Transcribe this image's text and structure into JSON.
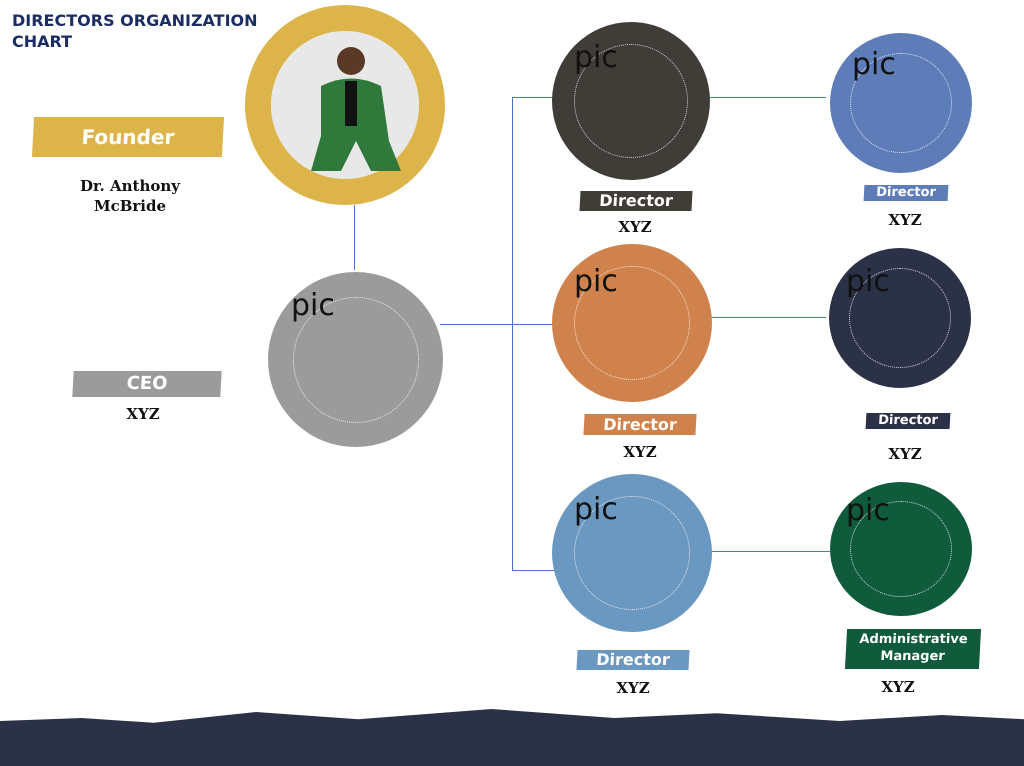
{
  "title": {
    "line1": "DIRECTORS ORGANIZATION",
    "line2": "CHART"
  },
  "founder": {
    "label": "Founder",
    "name_line1": "Dr. Anthony",
    "name_line2": "McBride",
    "color": "#dcb44a"
  },
  "ceo": {
    "label": "CEO",
    "name": "XYZ",
    "placeholder": "pic",
    "color": "#9b9b9b"
  },
  "nodes": [
    {
      "label": "Director",
      "name": "XYZ",
      "placeholder": "pic",
      "color": "#403c38"
    },
    {
      "label": "Director",
      "name": "XYZ",
      "placeholder": "pic",
      "color": "#d0824c"
    },
    {
      "label": "Director",
      "name": "XYZ",
      "placeholder": "pic",
      "color": "#6a98c0"
    },
    {
      "label": "Director",
      "name": "XYZ",
      "placeholder": "pic",
      "color": "#5e7db8"
    },
    {
      "label": "Director",
      "name": "XYZ",
      "placeholder": "pic",
      "color": "#2b3247"
    },
    {
      "label_line1": "Administrative",
      "label_line2": "Manager",
      "name": "XYZ",
      "placeholder": "pic",
      "color": "#0f5b3c"
    }
  ],
  "footer_color": "#2b3247"
}
